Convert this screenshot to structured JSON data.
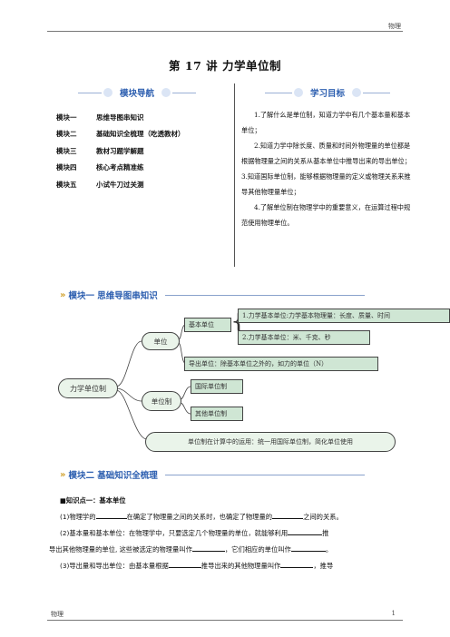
{
  "header": {
    "subject": "物理"
  },
  "title": "第 17 讲  力学单位制",
  "nav": {
    "heading": "模块导航",
    "items": [
      {
        "num": "模块一",
        "label": "思维导图串知识"
      },
      {
        "num": "模块二",
        "label": "基础知识全梳理（吃透教材）"
      },
      {
        "num": "模块三",
        "label": "教材习题学解题"
      },
      {
        "num": "模块四",
        "label": "核心考点精准练"
      },
      {
        "num": "模块五",
        "label": "小试牛刀过关测"
      }
    ]
  },
  "goals": {
    "heading": "学习目标",
    "items": [
      "1.了解什么是单位制，知道力学中有几个基本量和基本单位；",
      "2.知道力学中除长度、质量和时间外物理量的单位都是根据物理量之间的关系从基本单位中推导出来的导出单位；",
      "3.知道国际单位制，能够根据物理量的定义或物理关系来推导其他物理量单位；",
      "4.了解单位制在物理学中的重要意义，在运算过程中规范使用物理单位。"
    ]
  },
  "module1": {
    "title": "模块一 思维导图串知识"
  },
  "mindmap": {
    "root": "力学单位制",
    "unit": "单位",
    "basic_unit": "基本单位",
    "basic_1": "1.力学基本单位:力学基本物理量：长度、质量、时间",
    "basic_2": "2.力学基本单位：米、千克、秒",
    "derived": "导出单位：除基本单位之外的，如力的单位（N）",
    "system": "单位制",
    "si": "国际单位制",
    "other": "其他单位制",
    "application": "单位制在计算中的运用：统一用国际单位制，简化单位使用"
  },
  "module2": {
    "title": "模块二 基础知识全梳理"
  },
  "body": {
    "kp_title": "■知识点一：基本单位",
    "p1_a": "(1)物理学的",
    "p1_b": "在确定了物理量之间的关系时，也确定了物理量的",
    "p1_c": "之间的关系。",
    "p2_a": "(2)基本量和基本单位：在物理学中，只要选定几个物理量的单位，就能够利用",
    "p2_b": "推",
    "p3_a": "导出其他物理量的单位, 这些被选定的物理量叫作",
    "p3_b": "，它们相应的单位叫作",
    "p3_c": "。",
    "p4_a": "(3)导出量和导出单位：由基本量根据",
    "p4_b": "推导出来的其他物理量叫作",
    "p4_c": "，推导"
  },
  "footer": {
    "subject": "物理",
    "page": "1"
  }
}
